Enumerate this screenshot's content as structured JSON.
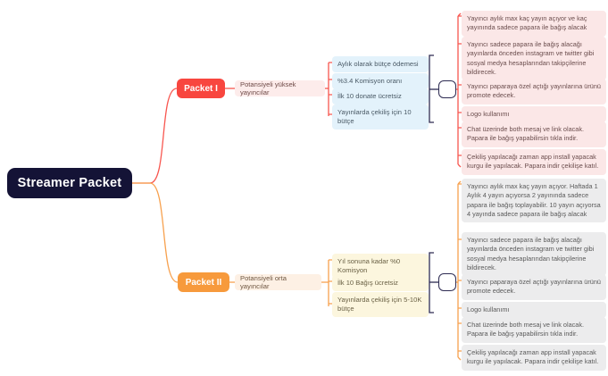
{
  "diagram": {
    "type": "mindmap",
    "title": "Streamer Packet",
    "colors": {
      "root_bg": "#141336",
      "packet1_accent": "#f8463f",
      "packet2_accent": "#f79a3c",
      "packet1_subitem_bg": "#e3f2fb",
      "packet2_subitem_bg": "#fcf6de",
      "packet1_detail_bg": "#fbe7e7",
      "packet2_detail_bg": "#ececed"
    }
  },
  "root": {
    "label": "Streamer Packet"
  },
  "branches": [
    {
      "id": "packet-1",
      "packet_label": "Packet I",
      "descriptor": "Potansiyeli yüksek yayıncılar",
      "subitems": [
        "Aylık olarak bütçe ödemesi",
        "%3.4 Komisyon oranı",
        "İlk 10 donate ücretsiz",
        "Yayınlarda çekiliş için 10 bütçe"
      ],
      "details": [
        "Yayıncı aylık max kaç yayın açıyor ve kaç yayınında sadece papara ile bağış alacak",
        "Yayıncı sadece papara ile bağış alacağı yayınlarda önceden instagram ve twitter gibi sosyal medya hesaplarından takipçilerine bildirecek.",
        "Yayıncı paparaya özel açtığı yayınlarına ürünü promote edecek.",
        "Logo kullanımı",
        "Chat üzerinde both mesaj ve link olacak. Papara ile bağış yapabilirsin tıkla indir.",
        "Çekiliş yapılacağı zaman app install yapacak kurgu ile yapılacak. Papara indir çekilişe katıl."
      ]
    },
    {
      "id": "packet-2",
      "packet_label": "Packet II",
      "descriptor": "Potansiyeli orta yayıncılar",
      "subitems": [
        "Yıl sonuna kadar %0 Komisyon",
        "İlk 10 Bağış ücretsiz",
        "Yayınlarda çekiliş için 5-10K bütçe"
      ],
      "details": [
        "Yayıncı aylık max kaç yayın açıyor. Haftada 1 Aylık 4 yayın açıyorsa 2 yayınında sadece papara ile bağış toplayabilir. 10 yayın açıyorsa 4 yayında sadece papara ile bağış alacak",
        "Yayıncı sadece papara ile bağış alacağı yayınlarda önceden instagram ve twitter gibi sosyal medya hesaplarından takipçilerine bildirecek.",
        "Yayıncı paparaya özel açtığı yayınlarına ürünü promote edecek.",
        "Logo kullanımı",
        "Chat üzerinde both mesaj ve link olacak. Papara ile bağış yapabilirsin tıkla indir.",
        "Çekiliş yapılacağı zaman app install yapacak kurgu ile yapılacak. Papara indir çekilişe katıl."
      ]
    }
  ]
}
